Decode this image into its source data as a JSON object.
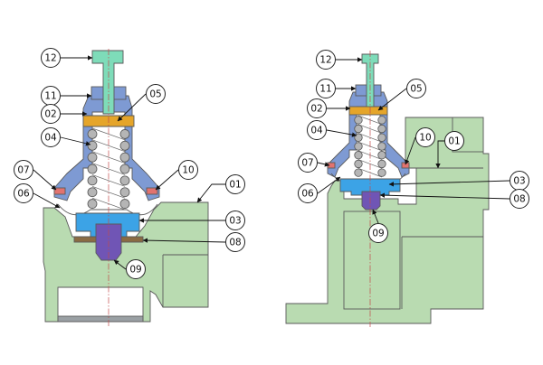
{
  "colors": {
    "body": "#b9dbb1",
    "bonnet": "#7e9ad3",
    "stem": "#7edcb9",
    "piston": "#3ca3e6",
    "seat": "#7055b5",
    "spring_seat": "#e5a52a",
    "seal_ring": "#8a6b43",
    "o_ring": "#e2736f",
    "centerline": "#c24a4a"
  },
  "left_view": {
    "callouts": [
      {
        "id": "12",
        "label": "12"
      },
      {
        "id": "11",
        "label": "11"
      },
      {
        "id": "02",
        "label": "02"
      },
      {
        "id": "04",
        "label": "04"
      },
      {
        "id": "07",
        "label": "07"
      },
      {
        "id": "06",
        "label": "06"
      },
      {
        "id": "05",
        "label": "05"
      },
      {
        "id": "10",
        "label": "10"
      },
      {
        "id": "01",
        "label": "01"
      },
      {
        "id": "03",
        "label": "03"
      },
      {
        "id": "08",
        "label": "08"
      },
      {
        "id": "09",
        "label": "09"
      }
    ]
  },
  "right_view": {
    "callouts": [
      {
        "id": "12",
        "label": "12"
      },
      {
        "id": "11",
        "label": "11"
      },
      {
        "id": "05",
        "label": "05"
      },
      {
        "id": "02",
        "label": "02"
      },
      {
        "id": "04",
        "label": "04"
      },
      {
        "id": "10",
        "label": "10"
      },
      {
        "id": "01",
        "label": "01"
      },
      {
        "id": "07",
        "label": "07"
      },
      {
        "id": "03",
        "label": "03"
      },
      {
        "id": "06",
        "label": "06"
      },
      {
        "id": "08",
        "label": "08"
      },
      {
        "id": "09",
        "label": "09"
      }
    ]
  }
}
